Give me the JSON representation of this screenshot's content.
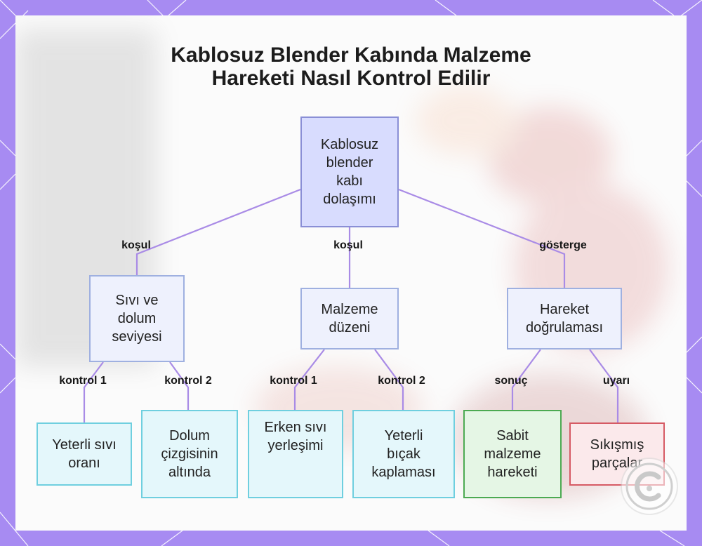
{
  "title": "Kablosuz Blender Kabında Malzeme Hareketi Nasıl Kontrol Edilir",
  "colors": {
    "frame": "#a78bf2",
    "edge": "#a98be6",
    "root_fill": "#d8dcfe",
    "leaf_border": "#6fcfdf",
    "success_border": "#4caa52",
    "warning_border": "#d65a64"
  },
  "nodes": {
    "root": "Kablosuz blender kabı dolaşımı",
    "liquid": "Sıvı ve dolum seviyesi",
    "arrangement": "Malzeme düzeni",
    "verification": "Hareket doğrulaması",
    "ratio": "Yeterli sıvı oranı",
    "fill_line": "Dolum çizgisinin altında",
    "early_liquid": "Erken sıvı yerleşimi",
    "blade_cover": "Yeterli bıçak kaplaması",
    "steady": "Sabit malzeme hareketi",
    "stuck": "Sıkışmış parçalar"
  },
  "edge_labels": {
    "root_liquid": "koşul",
    "root_arrangement": "koşul",
    "root_verification": "gösterge",
    "liquid_ratio": "kontrol 1",
    "liquid_fill": "kontrol 2",
    "arr_early": "kontrol 1",
    "arr_blade": "kontrol 2",
    "ver_steady": "sonuç",
    "ver_stuck": "uyarı"
  },
  "watermark_icon": "c-logo-icon"
}
